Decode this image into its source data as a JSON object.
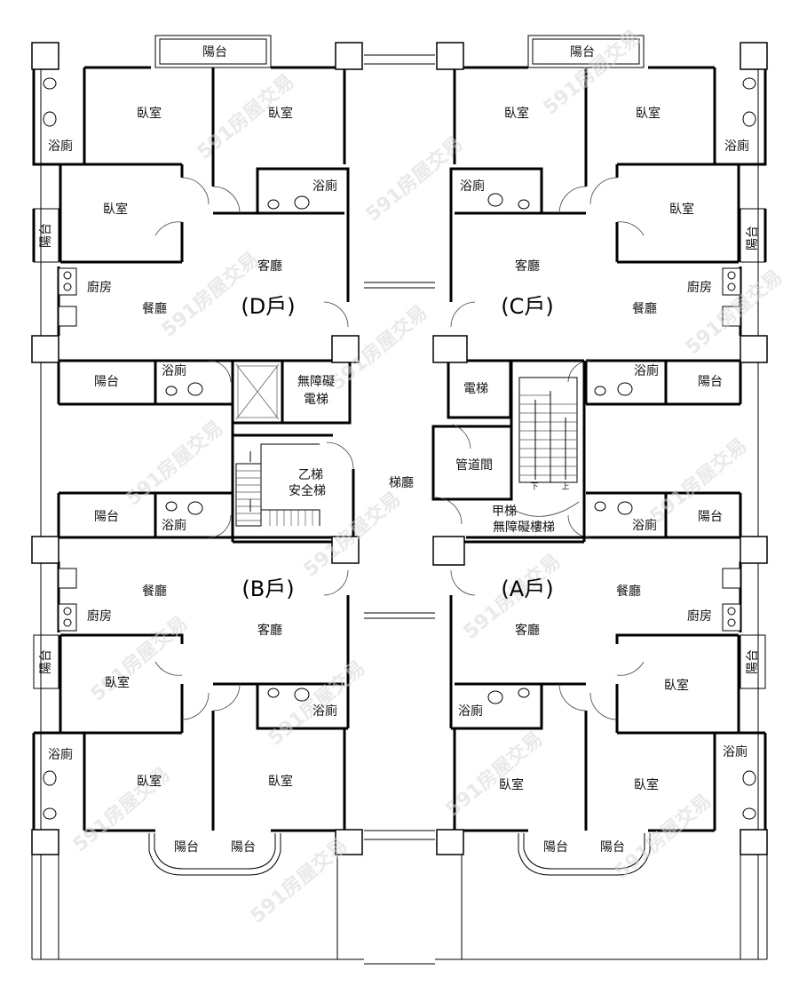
{
  "units": {
    "A": "(A戶)",
    "B": "(B戶)",
    "C": "(C戶)",
    "D": "(D戶)"
  },
  "rooms": {
    "bedroom": "臥室",
    "bathroom": "浴廁",
    "balcony": "陽台",
    "living": "客廳",
    "dining": "餐廳",
    "kitchen": "廚房"
  },
  "core": {
    "accessible_elevator": "無障礙\n電梯",
    "elevator": "電梯",
    "stair_b_line1": "乙梯",
    "stair_b_line2": "安全梯",
    "lobby": "梯廳",
    "shaft": "管道間",
    "stair_a_line1": "甲梯",
    "stair_a_line2": "無障礙樓梯",
    "down": "下",
    "up": "上"
  },
  "watermark": "591房屋交易"
}
